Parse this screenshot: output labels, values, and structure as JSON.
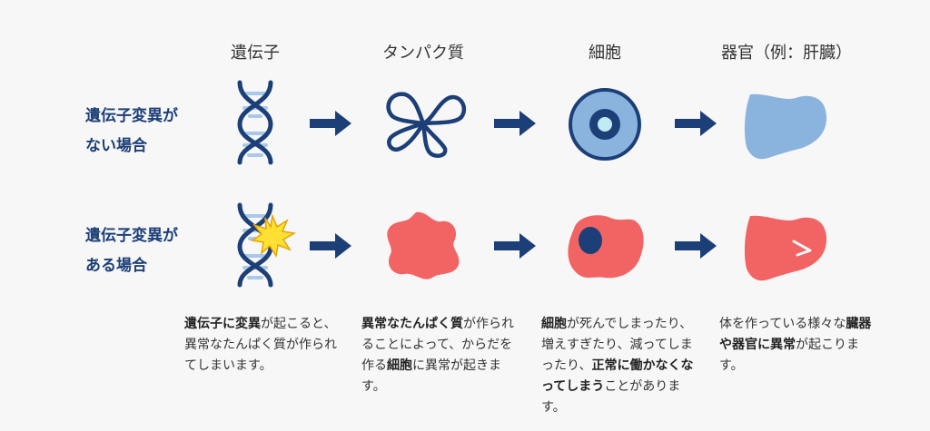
{
  "columns": [
    "遺伝子",
    "タンパク質",
    "細胞",
    "器官（例：肝臓）"
  ],
  "rows": [
    {
      "label_lines": [
        "遺伝子変異が",
        "ない場合"
      ]
    },
    {
      "label_lines": [
        "遺伝子変異が",
        "ある場合"
      ]
    }
  ],
  "captions": [
    [
      {
        "text": "遺伝子に変異",
        "bold": true
      },
      {
        "text": "が起こると、異常なたんぱく質が作られてしまいます。",
        "bold": false
      }
    ],
    [
      {
        "text": "異常なたんぱく質",
        "bold": true
      },
      {
        "text": "が作られることによって、からだを作る",
        "bold": false
      },
      {
        "text": "細胞",
        "bold": true
      },
      {
        "text": "に異常が起きます。",
        "bold": false
      }
    ],
    [
      {
        "text": "細胞",
        "bold": true
      },
      {
        "text": "が死んでしまったり、増えすぎたり、減ってしまったり、",
        "bold": false
      },
      {
        "text": "正常に働かなくなってしまう",
        "bold": true
      },
      {
        "text": "ことがあります。",
        "bold": false
      }
    ],
    [
      {
        "text": "体を作っている様々な",
        "bold": false
      },
      {
        "text": "臓器や器官に異常",
        "bold": true
      },
      {
        "text": "が起こります。",
        "bold": false
      }
    ]
  ],
  "colors": {
    "navy": "#1c3f78",
    "light_blue": "#8ab4de",
    "pale_blue": "#a9c9ea",
    "red": "#f26464",
    "cyan": "#bfeaf2",
    "yellow": "#ffe033"
  }
}
